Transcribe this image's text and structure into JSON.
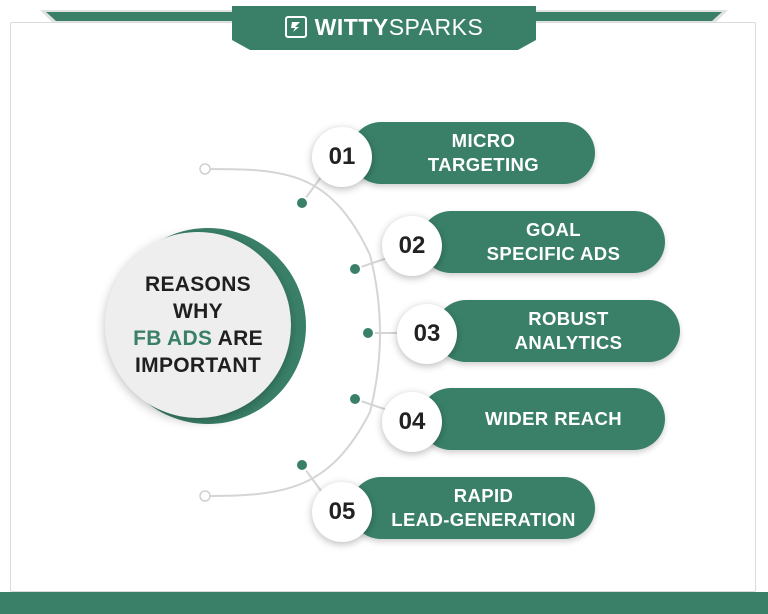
{
  "brand": {
    "name_bold": "WITTY",
    "name_light": "SPARKS"
  },
  "hub": {
    "line1": "REASONS",
    "line2": "WHY",
    "line3_highlight": "FB ADS",
    "line3_rest": " ARE",
    "line4": "IMPORTANT"
  },
  "reasons": [
    {
      "number": "01",
      "line1": "MICRO",
      "line2": "TARGETING"
    },
    {
      "number": "02",
      "line1": "GOAL",
      "line2": "SPECIFIC ADS"
    },
    {
      "number": "03",
      "line1": "ROBUST",
      "line2": "ANALYTICS"
    },
    {
      "number": "04",
      "line1": "WIDER REACH",
      "line2": ""
    },
    {
      "number": "05",
      "line1": "RAPID",
      "line2": "LEAD-GENERATION"
    }
  ],
  "colors": {
    "brand_green": "#3a8068",
    "hub_background": "#eeeeee",
    "text_dark": "#1f1f1f"
  }
}
